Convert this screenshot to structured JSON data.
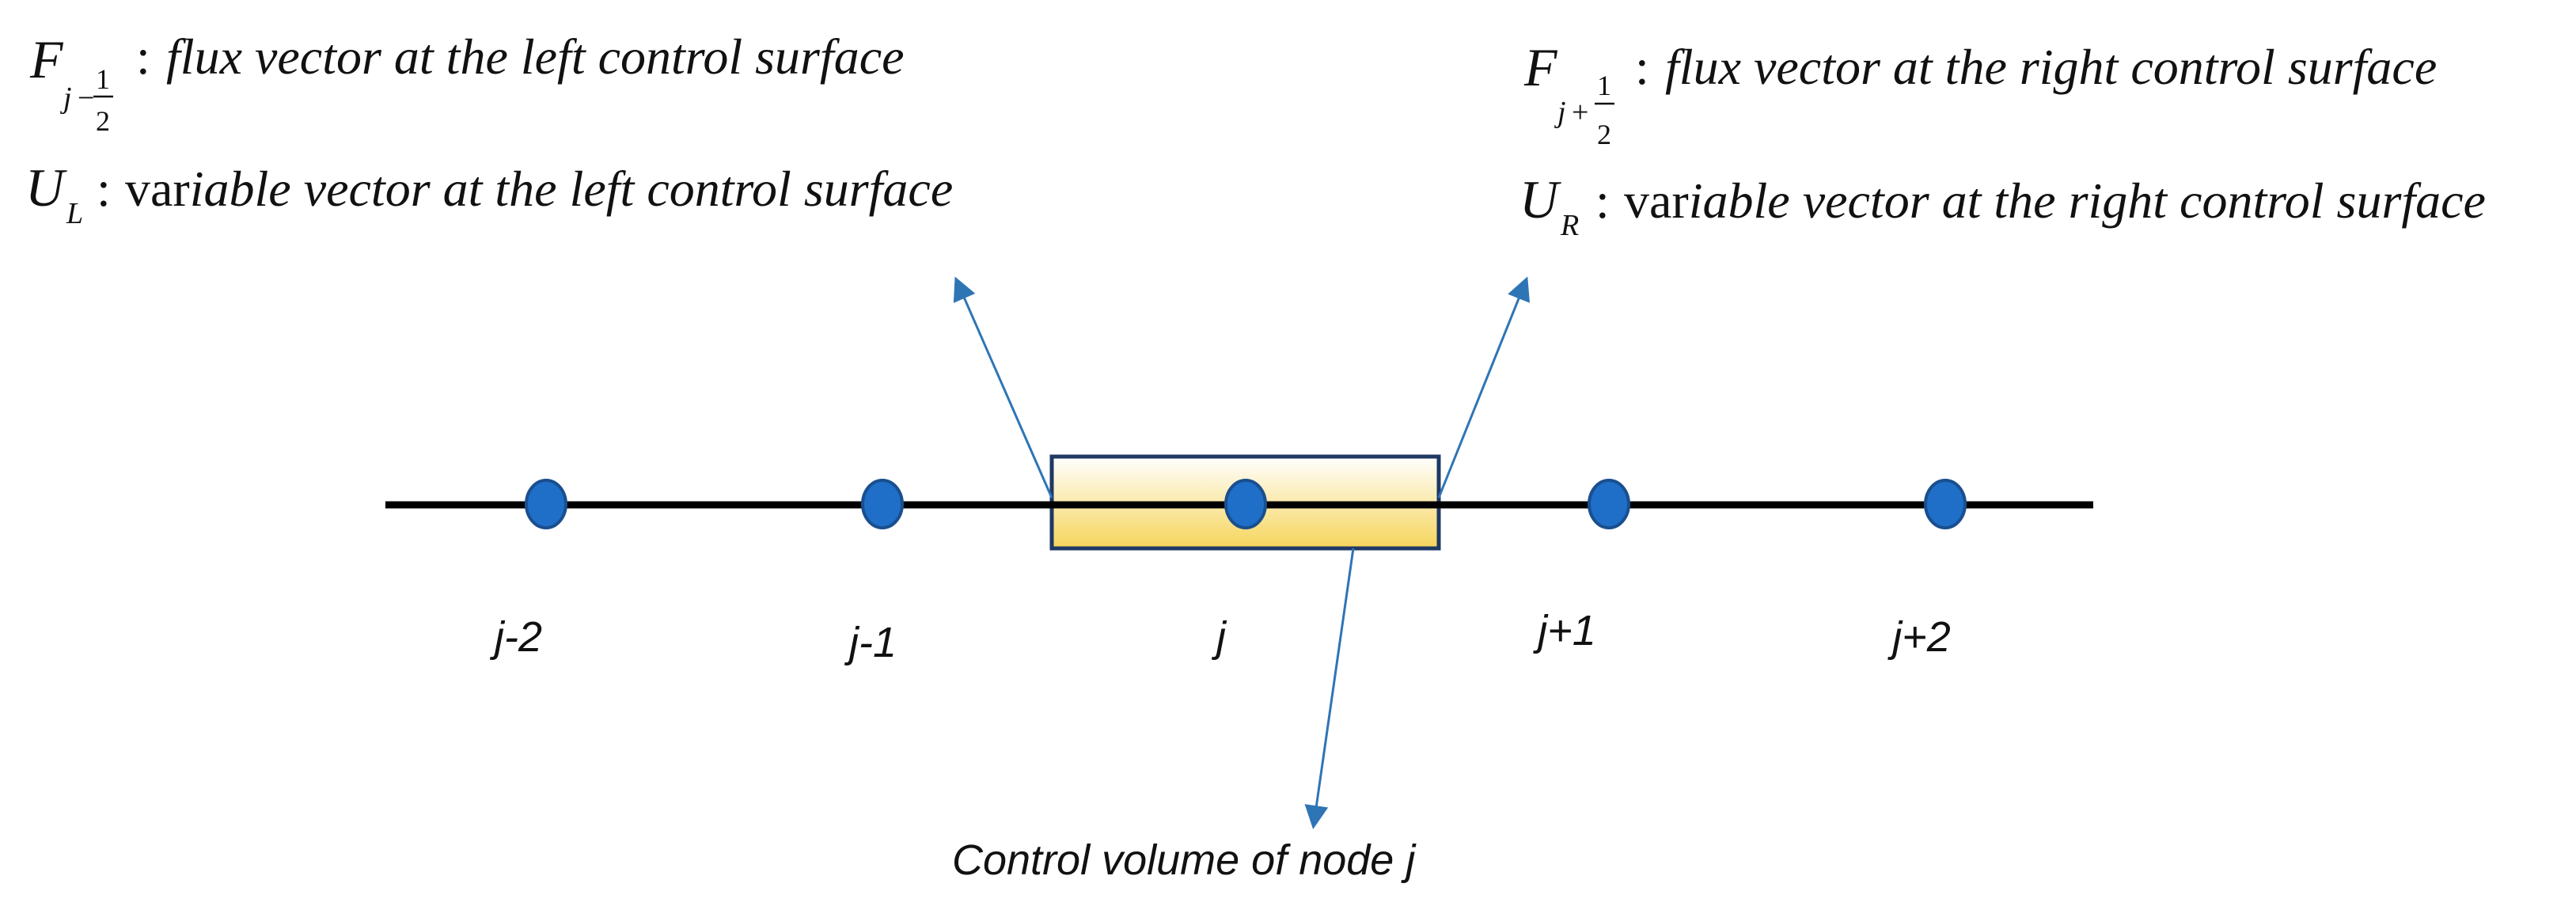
{
  "legend": {
    "left": {
      "flux": {
        "symbol": "F",
        "subscript_prefix": "j",
        "subscript_operator": "−",
        "frac_numerator": "1",
        "frac_denominator": "2",
        "colon": ":",
        "description": "flux vector at the left control surface"
      },
      "variable": {
        "symbol": "U",
        "subscript": "L",
        "colon": ":",
        "description_plain": "var",
        "description_italic": "iable vector at the left control surface"
      }
    },
    "right": {
      "flux": {
        "symbol": "F",
        "subscript_prefix": "j",
        "subscript_operator": "+",
        "frac_numerator": "1",
        "frac_denominator": "2",
        "colon": ":",
        "description": "flux vector at the right control surface"
      },
      "variable": {
        "symbol": "U",
        "subscript": "R",
        "colon": ":",
        "description_plain": "var",
        "description_italic": "iable vector at the right control surface"
      }
    }
  },
  "nodes": [
    {
      "label": "j-2"
    },
    {
      "label": "j-1"
    },
    {
      "label": "j"
    },
    {
      "label": "j+1"
    },
    {
      "label": "j+2"
    }
  ],
  "control_volume_caption": "Control volume of node j",
  "colors": {
    "axis_line": "#000000",
    "node_fill": "#1f6fc8",
    "node_stroke": "#1a4f8f",
    "arrow": "#2e75b6",
    "box_stroke": "#1f3864",
    "box_gradient_top": "#ffffff",
    "box_gradient_bottom": "#f6d55c"
  }
}
